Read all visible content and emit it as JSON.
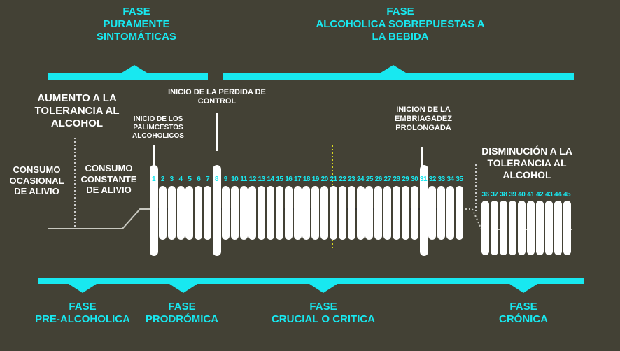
{
  "colors": {
    "background": "#434135",
    "accent": "#18e8f0",
    "bars": "#ffffff"
  },
  "top_phases": [
    {
      "label": "FASE\nPURAMENTE\nSINTOMÁTICAS"
    },
    {
      "label": "FASE\nALCOHOLICA SOBREPUESTAS A\nLA BEBIDA"
    }
  ],
  "bottom_phases": [
    {
      "label": "FASE\nPRE-ALCOHOLICA"
    },
    {
      "label": "FASE\nPRODRÓMICA"
    },
    {
      "label": "FASE\nCRUCIAL O CRITICA"
    },
    {
      "label": "FASE\nCRÓNICA"
    }
  ],
  "annotations": {
    "aumento": "AUMENTO A LA\nTOLERANCIA AL\nALCOHOL",
    "consumo_ocasional": "CONSUMO\nOCASIONAL\nDE ALIVIO",
    "consumo_constante": "CONSUMO\nCONSTANTE\nDE ALIVIO",
    "palimcestos": "INICIO DE LOS\nPALIMCESTOS\nALCOHOLICOS",
    "perdida_control": "INICIO DE LA PERDIDA DE\nCONTROL",
    "embriagadez": "INICION DE LA\nEMBRIAGADEZ\nPROLONGADA",
    "disminucion": "DISMINUCIÓN A LA\nTOLERANCIA AL\nALCOHOL"
  },
  "symptoms_main": [
    "1",
    "2",
    "3",
    "4",
    "5",
    "6",
    "7",
    "8",
    "9",
    "10",
    "11",
    "12",
    "13",
    "14",
    "15",
    "16",
    "17",
    "18",
    "19",
    "20",
    "21",
    "22",
    "23",
    "24",
    "25",
    "26",
    "27",
    "28",
    "29",
    "30",
    "31",
    "32",
    "33",
    "34",
    "35"
  ],
  "milestone_symptoms": [
    "1",
    "8",
    "31"
  ],
  "symptoms_chronic": [
    "36",
    "37",
    "38",
    "39",
    "40",
    "41",
    "42",
    "43",
    "44",
    "45"
  ]
}
